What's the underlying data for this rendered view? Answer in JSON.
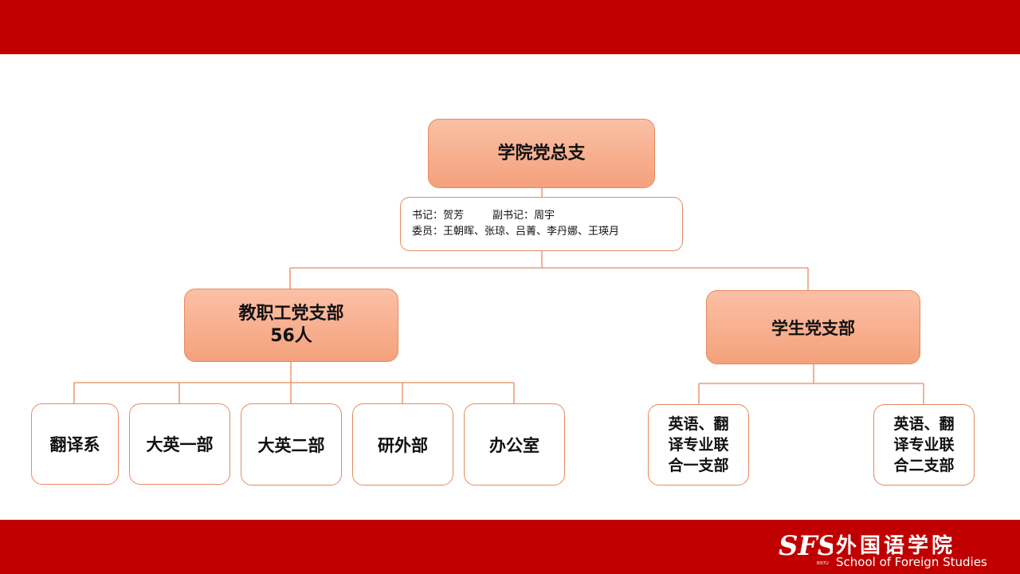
{
  "root": {
    "label": "学院党总支"
  },
  "committee": {
    "line1_a": "书记：贺芳",
    "line1_b": "副书记：周宇",
    "line2": "委员：王朝晖、张琼、吕菁、李丹娜、王瑛月"
  },
  "branches": [
    {
      "label": "教职工党支部",
      "sub": "56人"
    },
    {
      "label": "学生党支部"
    }
  ],
  "staff_units": [
    "翻译系",
    "大英一部",
    "大英二部",
    "研外部",
    "办公室"
  ],
  "student_units": [
    {
      "line1": "英语、翻",
      "line2": "译专业联",
      "line3": "合一支部"
    },
    {
      "line1": "英语、翻",
      "line2": "译专业联",
      "line3": "合二支部"
    }
  ],
  "logo": {
    "mark": "SFS",
    "abbr": "BISTU",
    "name_cn": "外国语学院",
    "name_en": "School of Foreign Studies"
  },
  "colors": {
    "band": "#c00000",
    "node_fill_top": "#fbc0a6",
    "node_fill_bottom": "#f4a17b",
    "border": "#e68a5c"
  }
}
